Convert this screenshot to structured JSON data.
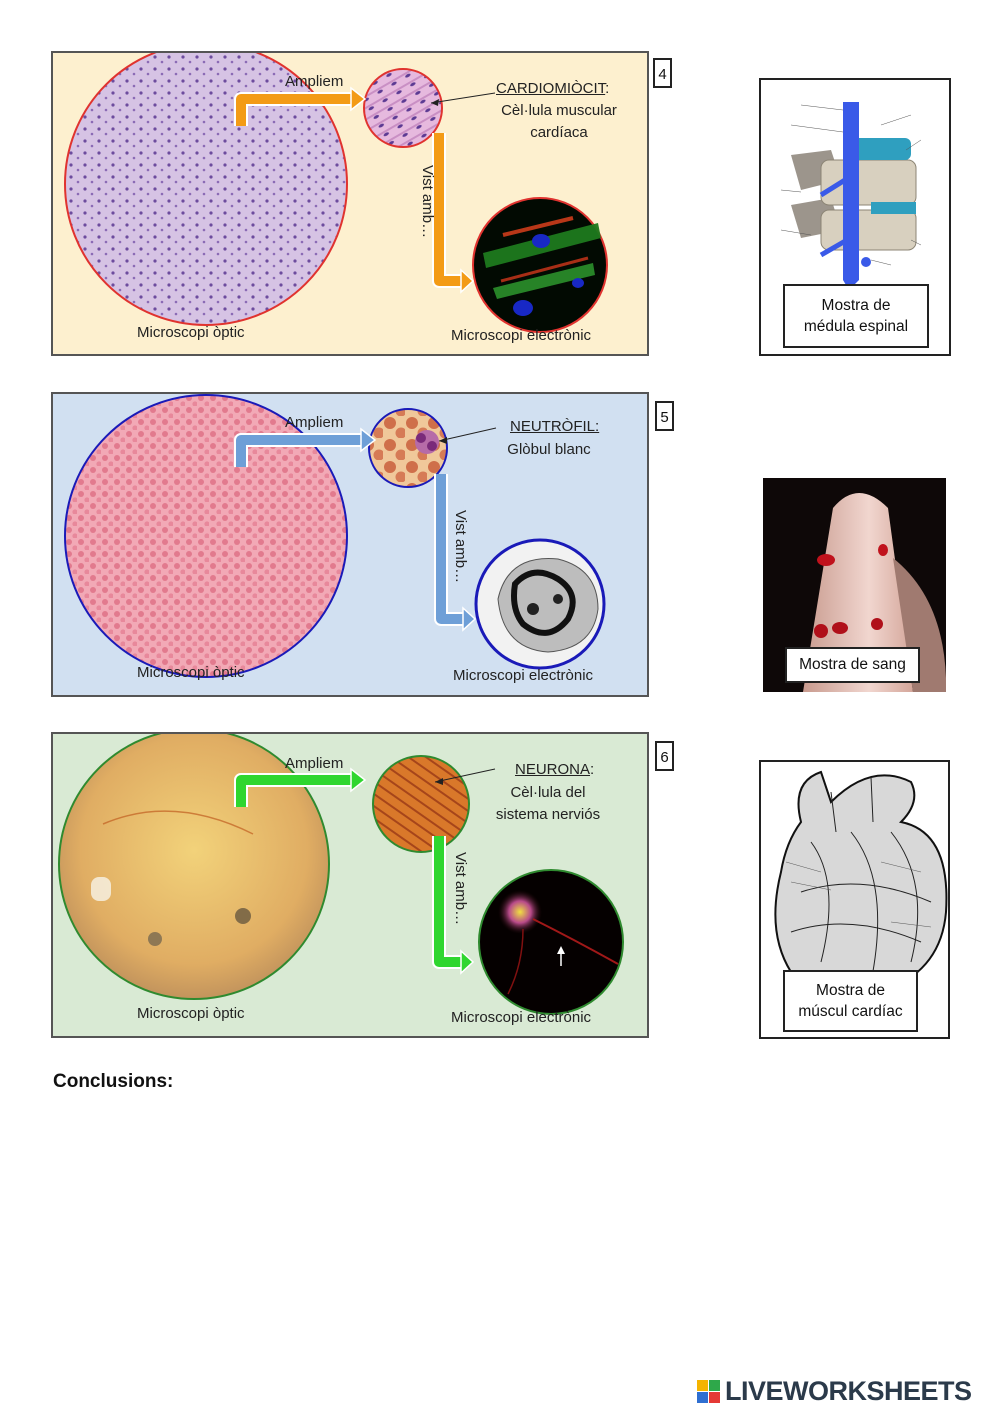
{
  "panels": [
    {
      "number": "4",
      "zoom_label": "Ampliem",
      "vist_label": "Vist amb…",
      "cell_title": "CARDIOMIÒCIT",
      "cell_title_suffix": ":",
      "cell_desc_lines": [
        "Cèl·lula muscular",
        "cardíaca"
      ],
      "optical_label": "Microscopi òptic",
      "electron_label": "Microscopi electrònic",
      "colors": {
        "background": "#fdf0cf",
        "border": "#e0332f",
        "arrow": "#f39b16"
      }
    },
    {
      "number": "5",
      "zoom_label": "Ampliem",
      "vist_label": "Vist amb…",
      "cell_title": "NEUTRÒFIL:",
      "cell_title_suffix": "",
      "cell_desc_lines": [
        "Glòbul blanc"
      ],
      "optical_label": "Microscopi òptic",
      "electron_label": "Microscopi electrònic",
      "colors": {
        "background": "#d1e0f1",
        "border": "#1a1ab8",
        "arrow": "#6e9fd7"
      }
    },
    {
      "number": "6",
      "zoom_label": "Ampliem",
      "vist_label": "Vist amb…",
      "cell_title": "NEURONA",
      "cell_title_suffix": ":",
      "cell_desc_lines": [
        "Cèl·lula del",
        "sistema nerviós"
      ],
      "optical_label": "Microscopi òptic",
      "electron_label": "Microscopi electrònic",
      "colors": {
        "background": "#d9ead4",
        "border": "#2f8a2f",
        "arrow": "#2fd62f"
      }
    }
  ],
  "cards": [
    {
      "caption_lines": [
        "Mostra de",
        "médula espinal"
      ],
      "icon": "spinal-cord-diagram"
    },
    {
      "caption_lines": [
        "Mostra de sang"
      ],
      "icon": "bleeding-finger-photo"
    },
    {
      "caption_lines": [
        "Mostra de",
        "múscul cardíac"
      ],
      "icon": "heart-engraving"
    }
  ],
  "conclusions_label": "Conclusions:",
  "brand": "LIVEWORKSHEETS"
}
